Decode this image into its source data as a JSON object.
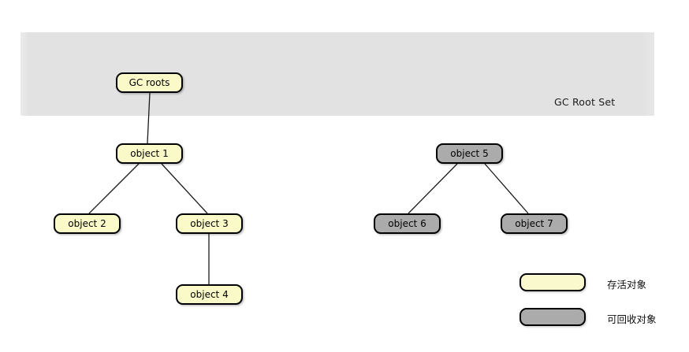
{
  "band": {
    "label": "GC Root Set"
  },
  "nodes": [
    {
      "label": "GC roots",
      "type": "live"
    },
    {
      "label": "object 1",
      "type": "live"
    },
    {
      "label": "object 2",
      "type": "live"
    },
    {
      "label": "object 3",
      "type": "live"
    },
    {
      "label": "object 4",
      "type": "live"
    },
    {
      "label": "object 5",
      "type": "collectible"
    },
    {
      "label": "object 6",
      "type": "collectible"
    },
    {
      "label": "object 7",
      "type": "collectible"
    }
  ],
  "edges": [
    {
      "from": "GC roots",
      "to": "object 1"
    },
    {
      "from": "object 1",
      "to": "object 2"
    },
    {
      "from": "object 1",
      "to": "object 3"
    },
    {
      "from": "object 3",
      "to": "object 4"
    },
    {
      "from": "object 5",
      "to": "object 6"
    },
    {
      "from": "object 5",
      "to": "object 7"
    }
  ],
  "legend": {
    "live_label": "存活对象",
    "collectible_label": "可回收对象"
  },
  "colors": {
    "live_fill": "#fafac8",
    "collectible_fill": "#ababab",
    "band_fill": "#e2e2e2",
    "node_border": "#000000",
    "edge_stroke": "#1a1a1a"
  }
}
